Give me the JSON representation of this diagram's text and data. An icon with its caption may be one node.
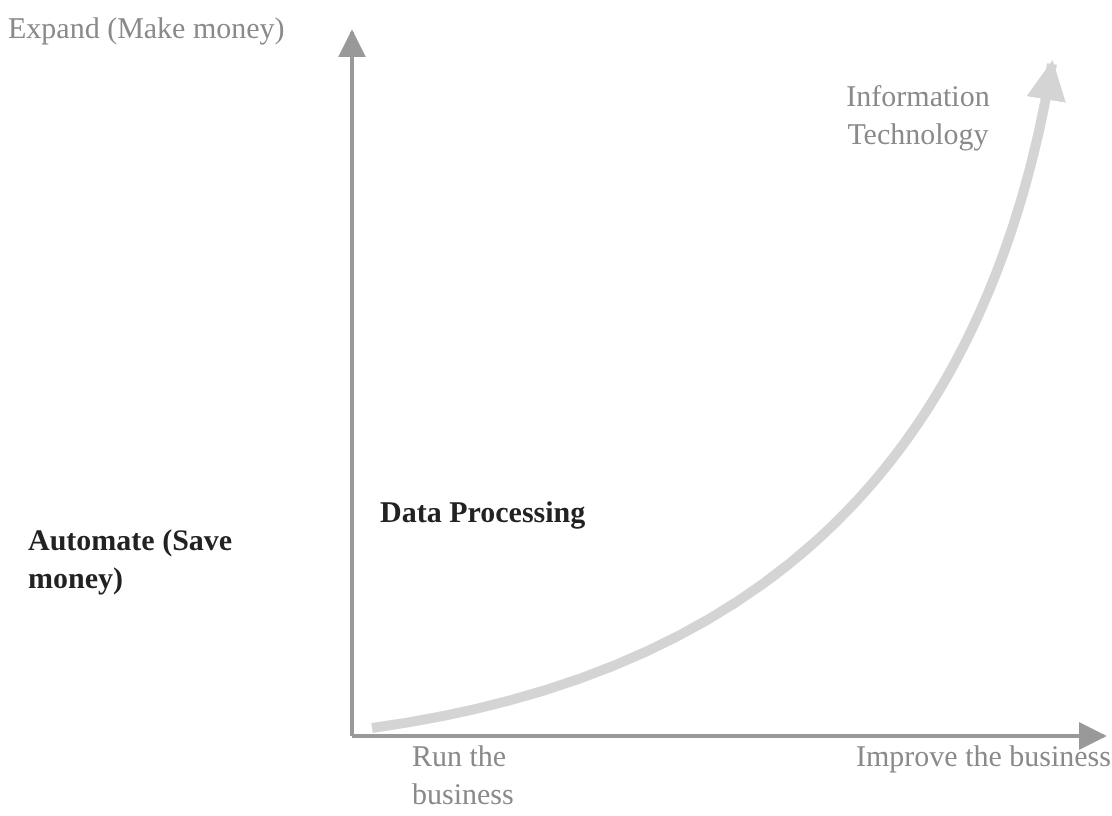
{
  "diagram": {
    "labels": [
      "Expand (Make money)",
      "Information Technology",
      "Automate (Save money)",
      "Data Processing",
      "Run the business",
      "Improve the business"
    ]
  }
}
